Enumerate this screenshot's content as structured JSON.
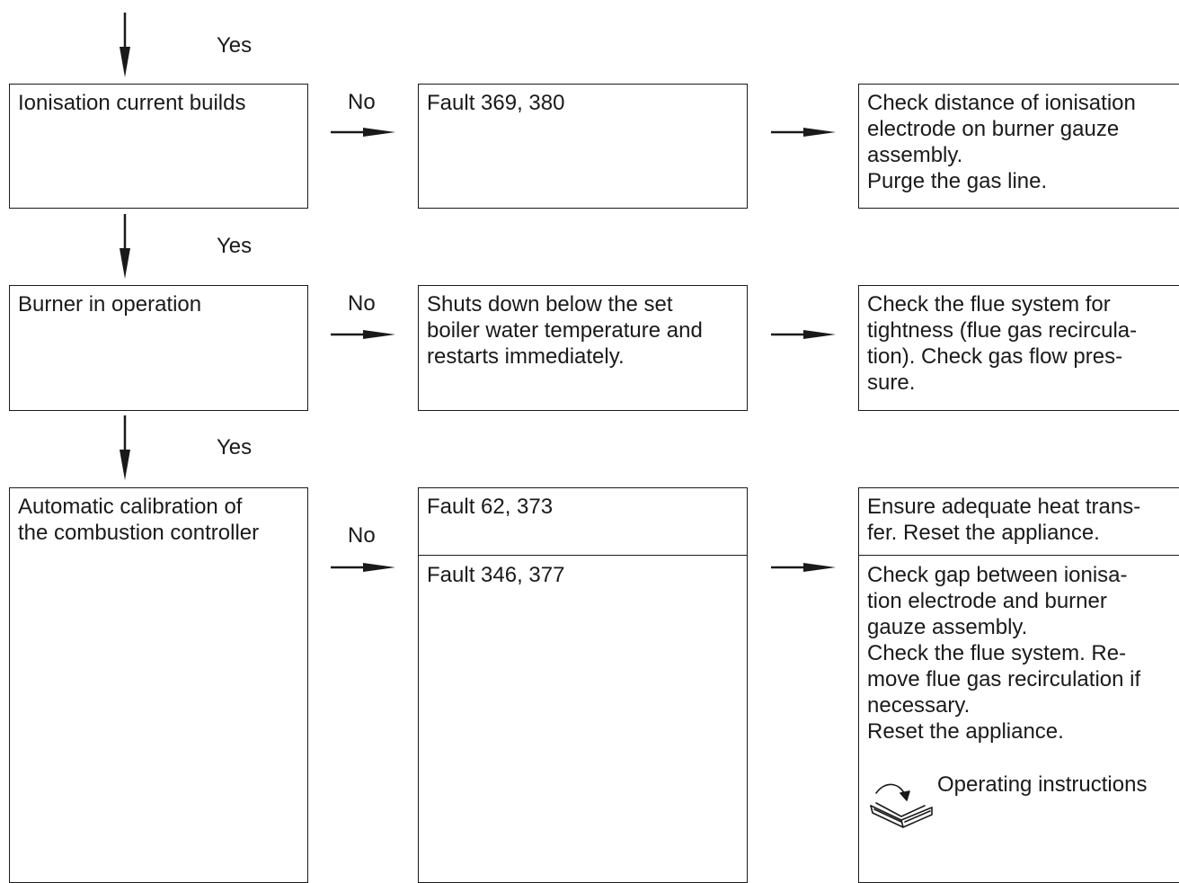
{
  "flow": {
    "yes_label": "Yes",
    "no_label": "No",
    "steps": [
      {
        "condition": "Ionisation current builds",
        "fault": "Fault 369, 380",
        "remedy": "Check distance of ionisation\nelectrode on burner gauze\nassembly.\nPurge the gas line."
      },
      {
        "condition": "Burner in operation",
        "fault": "Shuts down below the set\nboiler water temperature and\nrestarts immediately.",
        "remedy": "Check the flue system for\ntightness (flue gas recircula-\ntion). Check gas flow pres-\nsure."
      },
      {
        "condition": "Automatic calibration of\nthe combustion controller",
        "fault_a": "Fault 62, 373",
        "remedy_a": "Ensure adequate heat trans-\nfer. Reset the appliance.",
        "fault_b": "Fault 346, 377",
        "remedy_b": "Check gap between ionisa-\ntion electrode and burner\ngauze assembly.\nCheck the flue system. Re-\nmove flue gas recirculation if\nnecessary.\nReset the appliance.",
        "reference": "Operating instructions",
        "reference_icon": "book-icon"
      }
    ]
  }
}
